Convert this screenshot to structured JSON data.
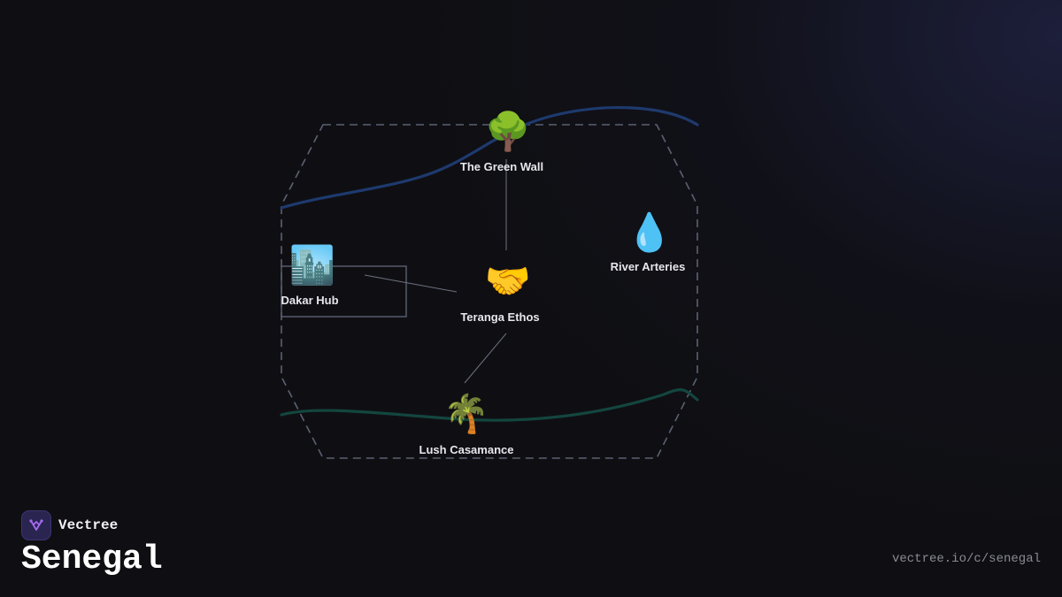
{
  "brand": {
    "name": "Vectree",
    "logo_icon": "vectree-logo-icon",
    "accent": "#a66cf0"
  },
  "title": "Senegal",
  "url": "vectree.io/c/senegal",
  "colors": {
    "background": "#0f0f13",
    "border_dashed": "#5a6172",
    "river_top": "#1e3a6e",
    "river_bottom": "#13463f",
    "connector": "#6c7280",
    "label": "#e6e6ec"
  },
  "nodes": [
    {
      "id": "green-wall",
      "label": "The Green Wall",
      "icon": "🌳",
      "icon_name": "tree-icon"
    },
    {
      "id": "river-arteries",
      "label": "River Arteries",
      "icon": "💧",
      "icon_name": "water-drop-icon"
    },
    {
      "id": "dakar-hub",
      "label": "Dakar Hub",
      "icon": "🏙️",
      "icon_name": "cityscape-icon"
    },
    {
      "id": "teranga-ethos",
      "label": "Teranga Ethos",
      "icon": "🤝",
      "icon_name": "handshake-icon"
    },
    {
      "id": "lush-casamance",
      "label": "Lush Casamance",
      "icon": "🌴",
      "icon_name": "palm-tree-icon"
    }
  ],
  "edges": [
    {
      "from": "green-wall",
      "to": "teranga-ethos"
    },
    {
      "from": "dakar-hub",
      "to": "teranga-ethos"
    },
    {
      "from": "teranga-ethos",
      "to": "lush-casamance"
    }
  ]
}
